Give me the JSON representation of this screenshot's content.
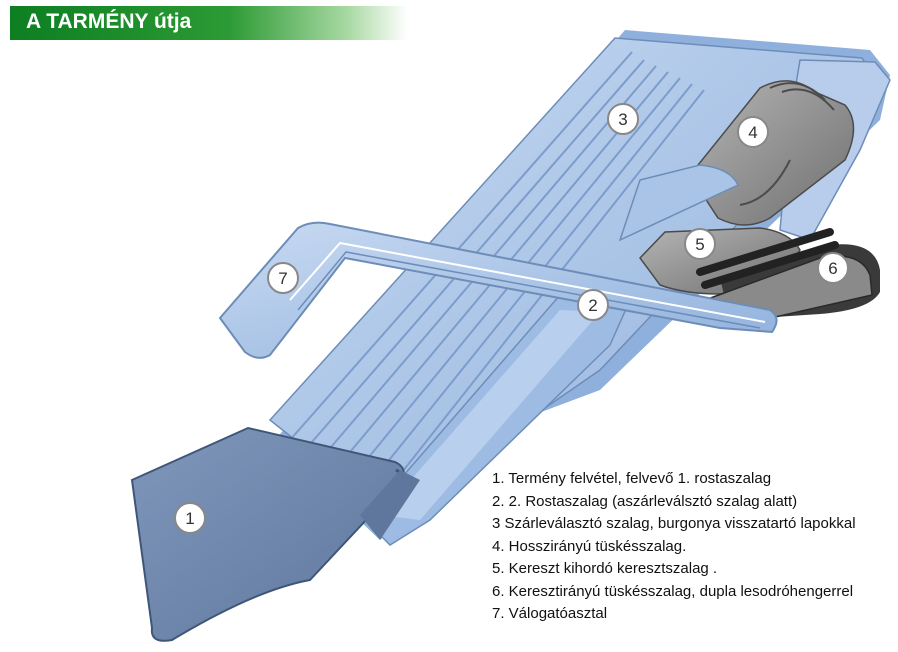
{
  "title": "A TARMÉNY útja",
  "markers": [
    "1",
    "2",
    "3",
    "4",
    "5",
    "6",
    "7"
  ],
  "legend": [
    "1. Termény felvétel,  felvevő  1. rostaszalag",
    "2. 2. Rostaszalag (aszárleválsztó  szalag alatt)",
    "3  Szárleválasztó  szalag, burgonya visszatartó  lapokkal",
    "4. Hosszirányú tüskésszalag.",
    "5. Kereszt kihordó keresztszalag .",
    "6. Keresztirányú tüskésszalag, dupla lesodróhengerrel",
    "7. Válogatóasztal"
  ],
  "colors": {
    "title_bg": "#0d7f22",
    "belt": "#a9c4e6",
    "belt_dark": "#6d8db8",
    "intake": "#6f88ad",
    "gray_belt": "#8a8a8a",
    "roller": "#3a3a3a"
  }
}
